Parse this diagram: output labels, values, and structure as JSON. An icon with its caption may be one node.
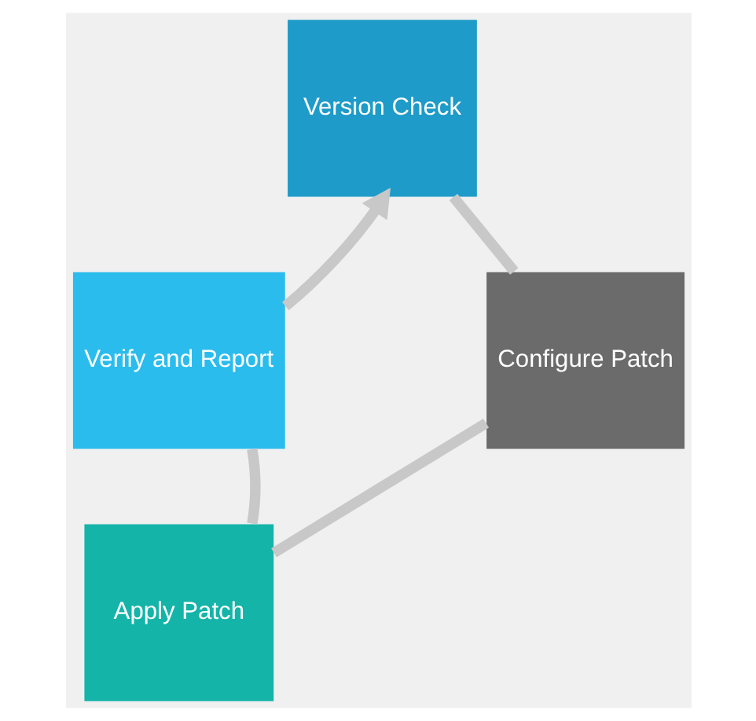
{
  "diagram": {
    "nodes": [
      {
        "text": [
          "Version Check"
        ]
      },
      {
        "text": [
          "Configure Patch"
        ]
      },
      {
        "text": [
          "Apply Patch"
        ]
      },
      {
        "text": [
          "Verify and Report"
        ]
      }
    ],
    "edges": [
      {
        "from": 0,
        "to": 1,
        "arrow": "none"
      },
      {
        "from": 1,
        "to": 2,
        "arrow": "none"
      },
      {
        "from": 2,
        "to": 3,
        "arrow": "none"
      },
      {
        "from": 3,
        "to": 0,
        "arrow": "to"
      }
    ]
  }
}
